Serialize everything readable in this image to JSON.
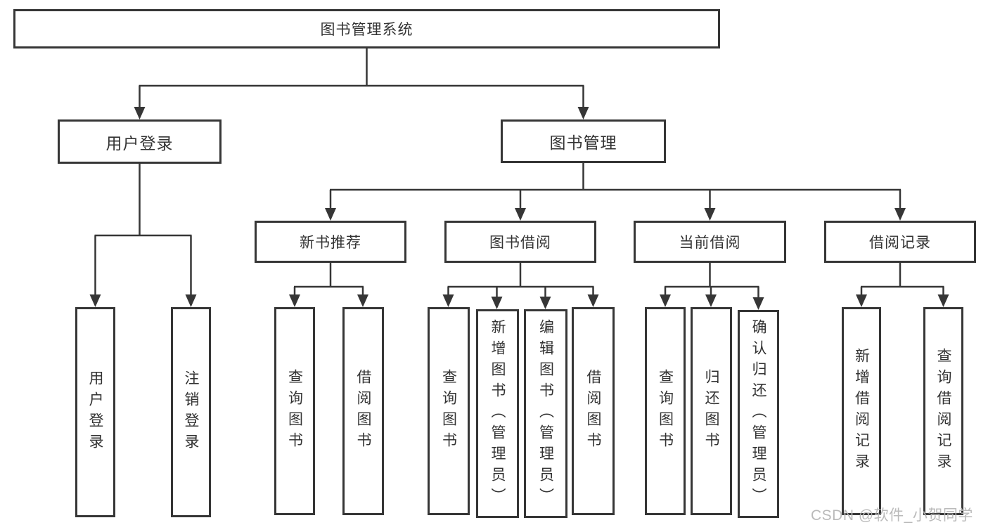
{
  "colors": {
    "line": "#363636",
    "border": "#363636",
    "text": "#333333",
    "watermark": "#b7b7b7",
    "background": "#ffffff"
  },
  "root": {
    "label": "图书管理系统"
  },
  "level2": {
    "user_login": {
      "label": "用户登录"
    },
    "book_management": {
      "label": "图书管理"
    }
  },
  "level3": {
    "new_books": {
      "label": "新书推荐"
    },
    "borrowing": {
      "label": "图书借阅"
    },
    "current": {
      "label": "当前借阅"
    },
    "records": {
      "label": "借阅记录"
    }
  },
  "leaves": {
    "user_login": [
      "用户登录",
      "注销登录"
    ],
    "new_books": [
      "查询图书",
      "借阅图书"
    ],
    "borrowing": [
      "查询图书",
      "新增图书（管理员）",
      "编辑图书（管理员）",
      "借阅图书"
    ],
    "current": [
      "查询图书",
      "归还图书",
      "确认归还（管理员）"
    ],
    "records": [
      "新增借阅记录",
      "查询借阅记录"
    ]
  },
  "watermark": "CSDN @软件_小贺同学"
}
